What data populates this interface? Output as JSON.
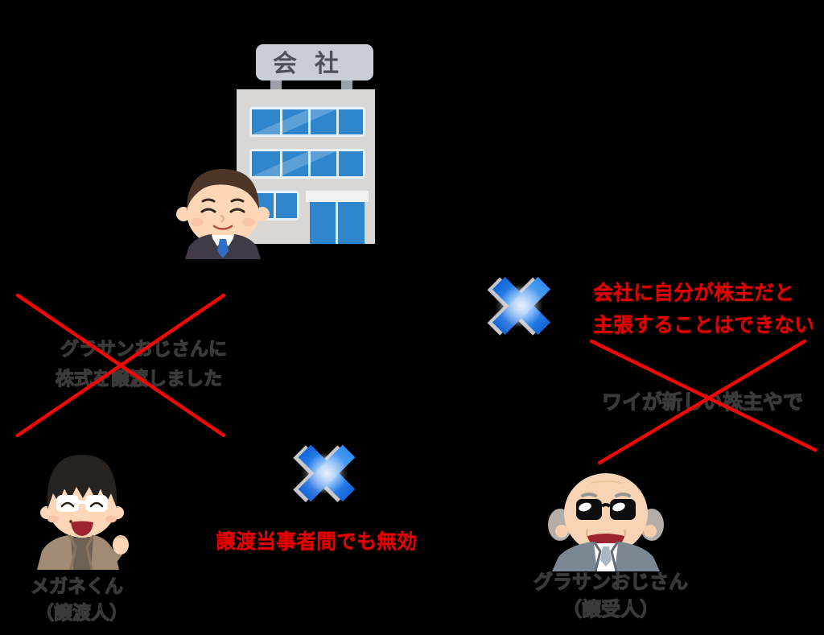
{
  "scene": {
    "background_color": "#000000",
    "building": {
      "sign_label": "会社"
    },
    "messages": {
      "transfer_claim": {
        "lines": [
          "グラサンおじさんに",
          "株式を譲渡しました"
        ],
        "style": "black-crossed-out"
      },
      "company_refusal": {
        "lines": [
          "会社に自分が株主だと",
          "主張することはできない"
        ],
        "color": "#e60000"
      },
      "new_shareholder_claim": {
        "lines": [
          "ワイが新しい株主やで"
        ],
        "style": "black-crossed-out"
      },
      "invalid_between_parties": {
        "lines": [
          "譲渡当事者間でも無効"
        ],
        "color": "#e60000"
      }
    },
    "characters": {
      "megane_kun": {
        "name": "メガネくん",
        "role": "（譲渡人）"
      },
      "gurasan_ojisan": {
        "name": "グラサンおじさん",
        "role": "（譲受人）"
      }
    },
    "symbols": {
      "blue_cross_meaning": "invalid-mark",
      "red_cross_meaning": "rejected-statement"
    },
    "colors": {
      "red_line": "#ee0808",
      "red_text": "#e60000",
      "blue_cross": "#2e8bf0",
      "building_gray": "#d8d7d5",
      "window_blue": "#2f86cc",
      "sign_gray": "#c9ced6"
    }
  }
}
